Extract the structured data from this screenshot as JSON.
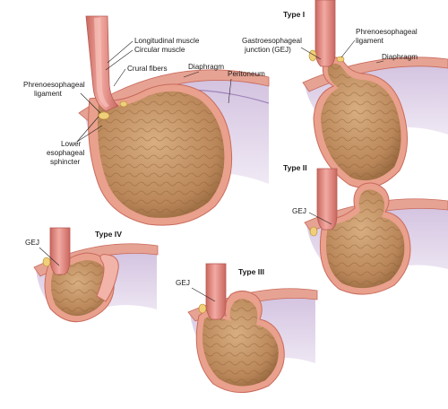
{
  "panels": {
    "normal": {
      "longitudinal_muscle": "Longitudinal muscle",
      "circular_muscle": "Circular muscle",
      "crural_fibers": "Crural fibers",
      "diaphragm": "Diaphragm",
      "peritoneum": "Peritoneum",
      "phrenoesophageal_ligament": [
        "Phrenoesophageal",
        "ligament"
      ],
      "lower_esophageal_sphincter": [
        "Lower",
        "esophageal",
        "sphincter"
      ]
    },
    "type1": {
      "title": "Type I",
      "gej": [
        "Gastroesophageal",
        "junction (GEJ)"
      ],
      "phrenoesophageal_ligament": [
        "Phrenoesophageal",
        "ligament"
      ],
      "diaphragm": "Diaphragm"
    },
    "type2": {
      "title": "Type II",
      "gej": "GEJ"
    },
    "type3": {
      "title": "Type III",
      "gej": "GEJ"
    },
    "type4": {
      "title": "Type IV",
      "gej": "GEJ"
    }
  },
  "colors": {
    "stomach": "#c89a6a",
    "stomach_dark": "#8f6238",
    "wall": "#e9a08c",
    "wall_dark": "#c96a5c",
    "esophagus": "#e58f88",
    "diaphragm": "#e6a393",
    "peritoneum": "#c8b3d8",
    "ligament": "#f0cf7a"
  }
}
